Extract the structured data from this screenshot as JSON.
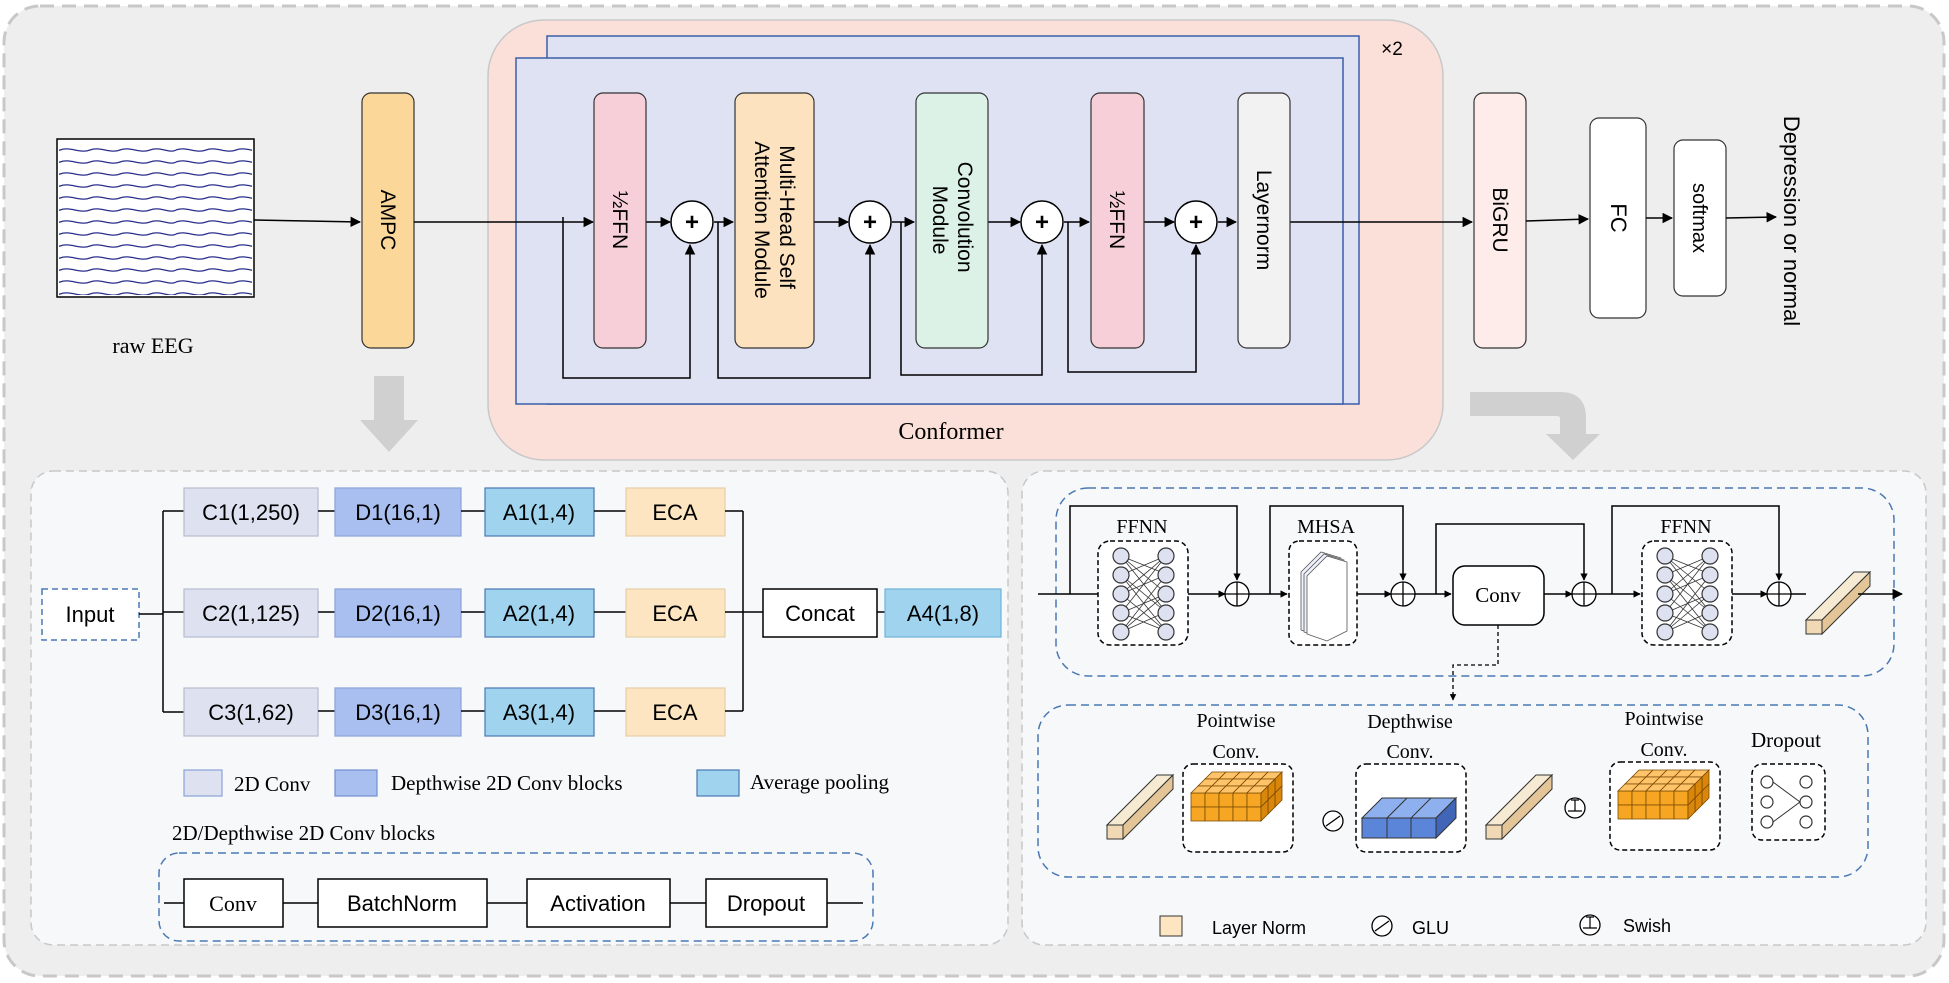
{
  "top": {
    "input_label": "raw EEG",
    "ampc": "AMPC",
    "repeat": "×2",
    "conformer_label": "Conformer",
    "ffn1": "½FFN",
    "mhsa_line1": "Multi-Head Self",
    "mhsa_line2": "Attention Module",
    "conv_line1": "Convolution",
    "conv_line2": "Module",
    "ffn2": "½FFN",
    "layernorm": "Layernorm",
    "bigru": "BiGRU",
    "fc": "FC",
    "softmax": "softmax",
    "output": "Depression or normal",
    "plus": "+"
  },
  "ampc_detail": {
    "input": "Input",
    "rows": [
      {
        "conv": "C1(1,250)",
        "dconv": "D1(16,1)",
        "pool": "A1(1,4)",
        "eca": "ECA"
      },
      {
        "conv": "C2(1,125)",
        "dconv": "D2(16,1)",
        "pool": "A2(1,4)",
        "eca": "ECA"
      },
      {
        "conv": "C3(1,62)",
        "dconv": "D3(16,1)",
        "pool": "A3(1,4)",
        "eca": "ECA"
      }
    ],
    "concat": "Concat",
    "final_pool": "A4(1,8)",
    "legend": {
      "conv2d": "2D Conv",
      "depthwise": "Depthwise 2D Conv blocks",
      "avgpool": "Average pooling"
    },
    "blocks_title": "2D/Depthwise 2D Conv blocks",
    "blocks": [
      "Conv",
      "BatchNorm",
      "Activation",
      "Dropout"
    ]
  },
  "conformer_detail": {
    "ffnn1": "FFNN",
    "mhsa": "MHSA",
    "conv": "Conv",
    "ffnn2": "FFNN",
    "pw1_line1": "Pointwise",
    "pw1_line2": "Conv.",
    "dw_line1": "Depthwise",
    "dw_line2": "Conv.",
    "pw2_line1": "Pointwise",
    "pw2_line2": "Conv.",
    "dropout": "Dropout",
    "legend": {
      "layer_norm": "Layer Norm",
      "glu": "GLU",
      "swish": "Swish"
    }
  },
  "colors": {
    "outer_bg": "#eeeeee",
    "conformer_bg": "#fbe0d9",
    "conformer_inner": "#dfe2f2",
    "ampc_fill": "#fcd79a",
    "ffn_fill": "#f7cfd9",
    "mhsa_fill": "#fde2c0",
    "conv_fill": "#dcf2e6",
    "ln_fill": "#f2f2f2",
    "bigru_fill": "#fdecea",
    "c_fill": "#dde1f0",
    "d_fill": "#a8bff0",
    "a_fill": "#9fd3ee",
    "eca_fill": "#fde5c1",
    "dash_blue": "#4a78b4",
    "orange": "#f6a623",
    "blue_block": "#5b85d8",
    "beige": "#f1d9b5"
  }
}
